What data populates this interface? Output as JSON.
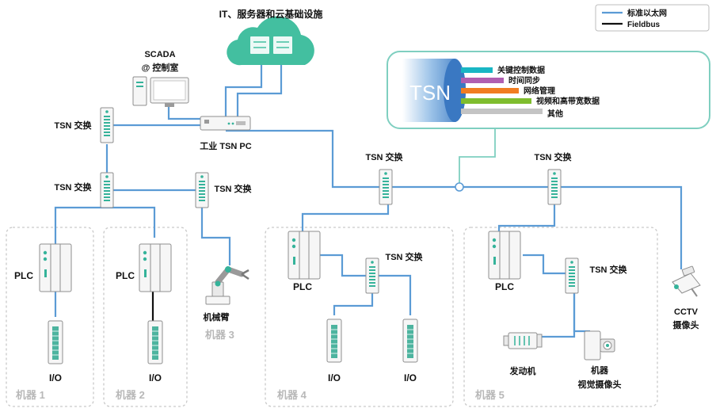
{
  "legend": {
    "standard_ethernet": "标准以太网",
    "fieldbus": "Fieldbus",
    "standard_color": "#5b9bd5",
    "fieldbus_color": "#111111"
  },
  "cloud_label": "IT、服务器和云基础设施",
  "scada": {
    "line1": "SCADA",
    "line2": "@ 控制室"
  },
  "industrial_pc": "工业 TSN PC",
  "switch_label": "TSN 交换",
  "plc_label": "PLC",
  "io_label": "I/O",
  "robot_arm_label": "机械臂",
  "motor_label": "发动机",
  "vision_camera": {
    "line1": "机器",
    "line2": "视觉摄像头"
  },
  "cctv": {
    "line1": "CCTV",
    "line2": "摄像头"
  },
  "machines": [
    "机器 1",
    "机器 2",
    "机器 3",
    "机器 4",
    "机器 5"
  ],
  "tsn_callout": {
    "title": "TSN",
    "border_color": "#7fcfc0",
    "streams": [
      {
        "label": "关键控制数据",
        "color": "#19b6c4"
      },
      {
        "label": "时间同步",
        "color": "#b05fb1"
      },
      {
        "label": "网络管理",
        "color": "#f17d22"
      },
      {
        "label": "视频和高带宽数据",
        "color": "#7fbd2e"
      },
      {
        "label": "其他",
        "color": "#c4c4c4"
      }
    ]
  }
}
